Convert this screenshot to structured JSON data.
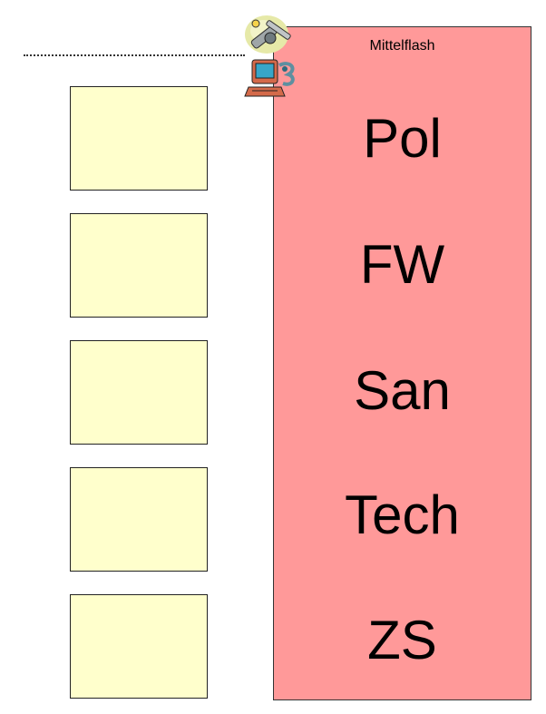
{
  "panel": {
    "title": "Mittelflash",
    "labels": [
      "Pol",
      "FW",
      "San",
      "Tech",
      "ZS"
    ]
  },
  "icons": {
    "top": "tools-clipart-icon",
    "bottom": "computer-clipart-icon"
  },
  "colors": {
    "panel_fill": "#ff9999",
    "box_fill": "#ffffcc"
  }
}
